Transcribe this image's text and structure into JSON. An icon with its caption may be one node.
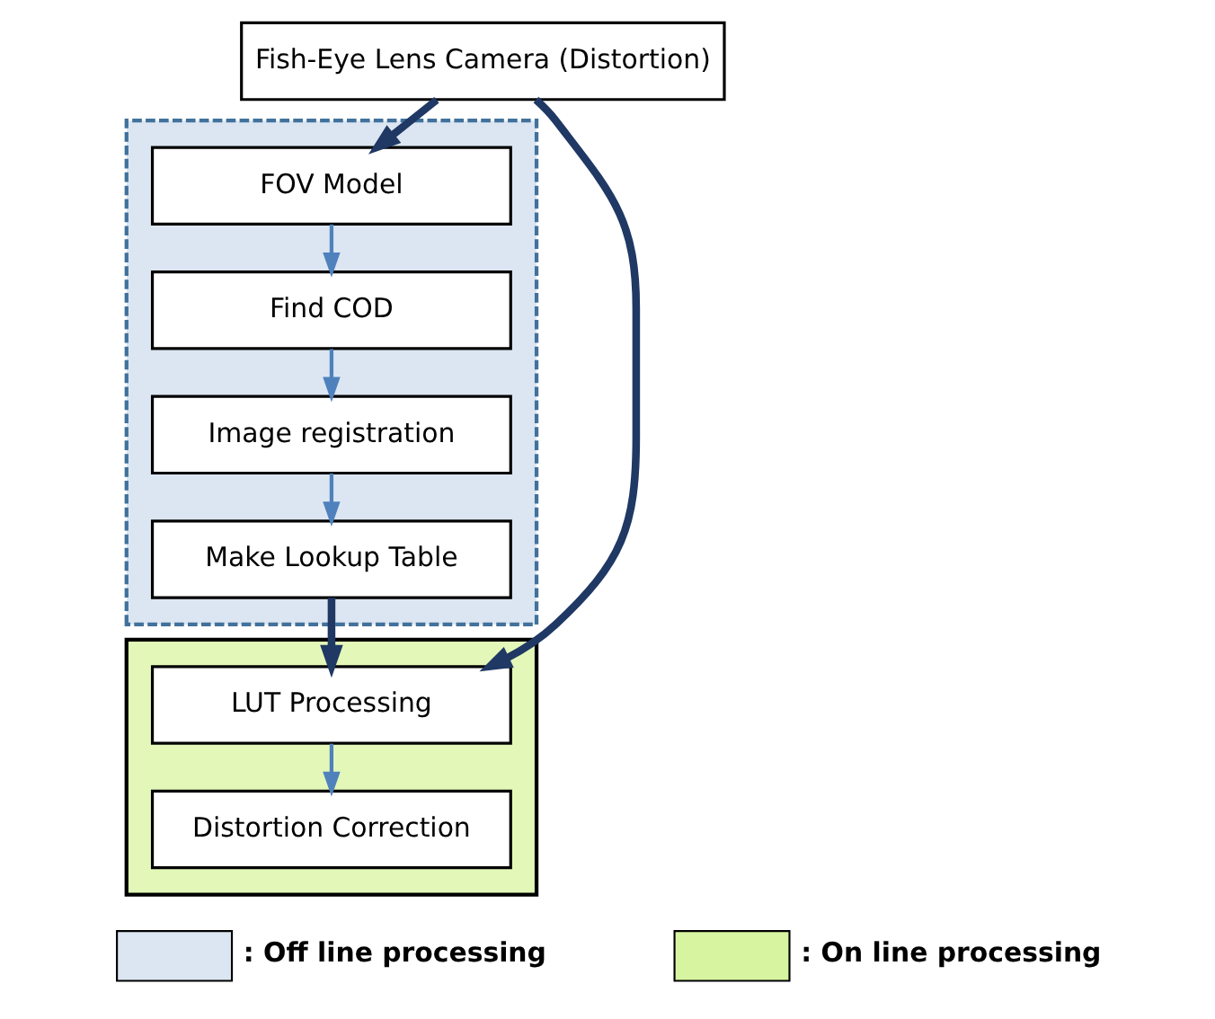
{
  "diagram": {
    "nodes": [
      {
        "text": [
          "Fish-Eye Lens Camera (Distortion)"
        ]
      },
      {
        "text": [],
        "shape": "box"
      },
      {
        "text": [
          "FOV Model"
        ],
        "in": 1
      },
      {
        "text": [
          "Find COD"
        ],
        "in": 1
      },
      {
        "text": [
          "Image registration"
        ],
        "in": 1
      },
      {
        "text": [
          "Make Lookup Table"
        ],
        "in": 1
      },
      {
        "text": [],
        "shape": "box"
      },
      {
        "text": [
          "LUT Processing"
        ],
        "in": 6
      },
      {
        "text": [
          "Distortion Correction"
        ],
        "in": 6
      }
    ],
    "edges": [
      {
        "from": 0,
        "to": 2,
        "arrow": "to",
        "style": "thick"
      },
      {
        "from": 0,
        "to": 7,
        "arrow": "to",
        "style": "thick"
      },
      {
        "from": 2,
        "to": 3,
        "arrow": "to"
      },
      {
        "from": 3,
        "to": 4,
        "arrow": "to"
      },
      {
        "from": 4,
        "to": 5,
        "arrow": "to"
      },
      {
        "from": 5,
        "to": 7,
        "arrow": "to",
        "style": "thick"
      },
      {
        "from": 7,
        "to": 8,
        "arrow": "to"
      }
    ],
    "legend": [
      {
        "text": ": Off line processing",
        "color": "#dce6f2"
      },
      {
        "text": ": On line processing",
        "color": "#d7f5a0"
      }
    ]
  }
}
